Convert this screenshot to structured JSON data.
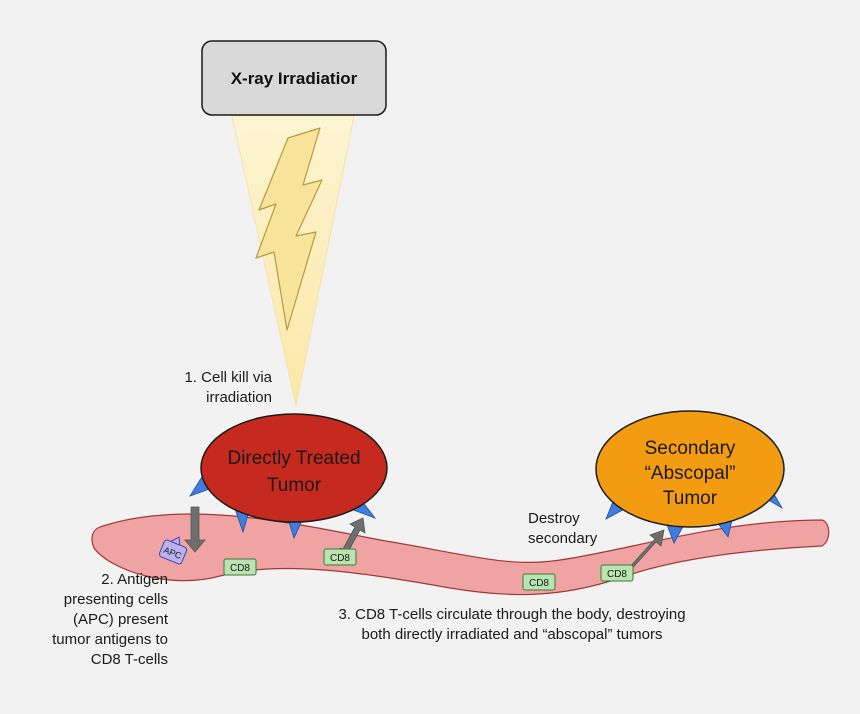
{
  "irradiator": {
    "label": "X-ray Irradiatior"
  },
  "primary_tumor": {
    "line1": "Directly Treated",
    "line2": "Tumor",
    "color": "#c62a1e"
  },
  "secondary_tumor": {
    "line1": "Secondary",
    "line2": "“Abscopal”",
    "line3": "Tumor",
    "color": "#f39c12"
  },
  "step1": {
    "line1": "1. Cell kill via",
    "line2": "irradiation"
  },
  "step2": {
    "lines": [
      "2. Antigen",
      "presenting cells",
      "(APC) present",
      "tumor antigens to",
      "CD8 T-cells"
    ]
  },
  "step3": {
    "line1": "3. CD8 T-cells circulate through the body, destroying",
    "line2": "both directly irradiated and “abscopal” tumors"
  },
  "destroy_label": {
    "line1": "Destroy",
    "line2": "secondary"
  },
  "apc_label": "APC",
  "cd8_labels": [
    "CD8",
    "CD8",
    "CD8",
    "CD8"
  ],
  "colors": {
    "vessel": "#f0a3a3",
    "beam": "#fdf1c4",
    "bolt": "#f7e49a",
    "antigen": "#3f7ee0",
    "cd8_fill": "#b9e3b0",
    "apc_fill": "#b9b2ee"
  }
}
